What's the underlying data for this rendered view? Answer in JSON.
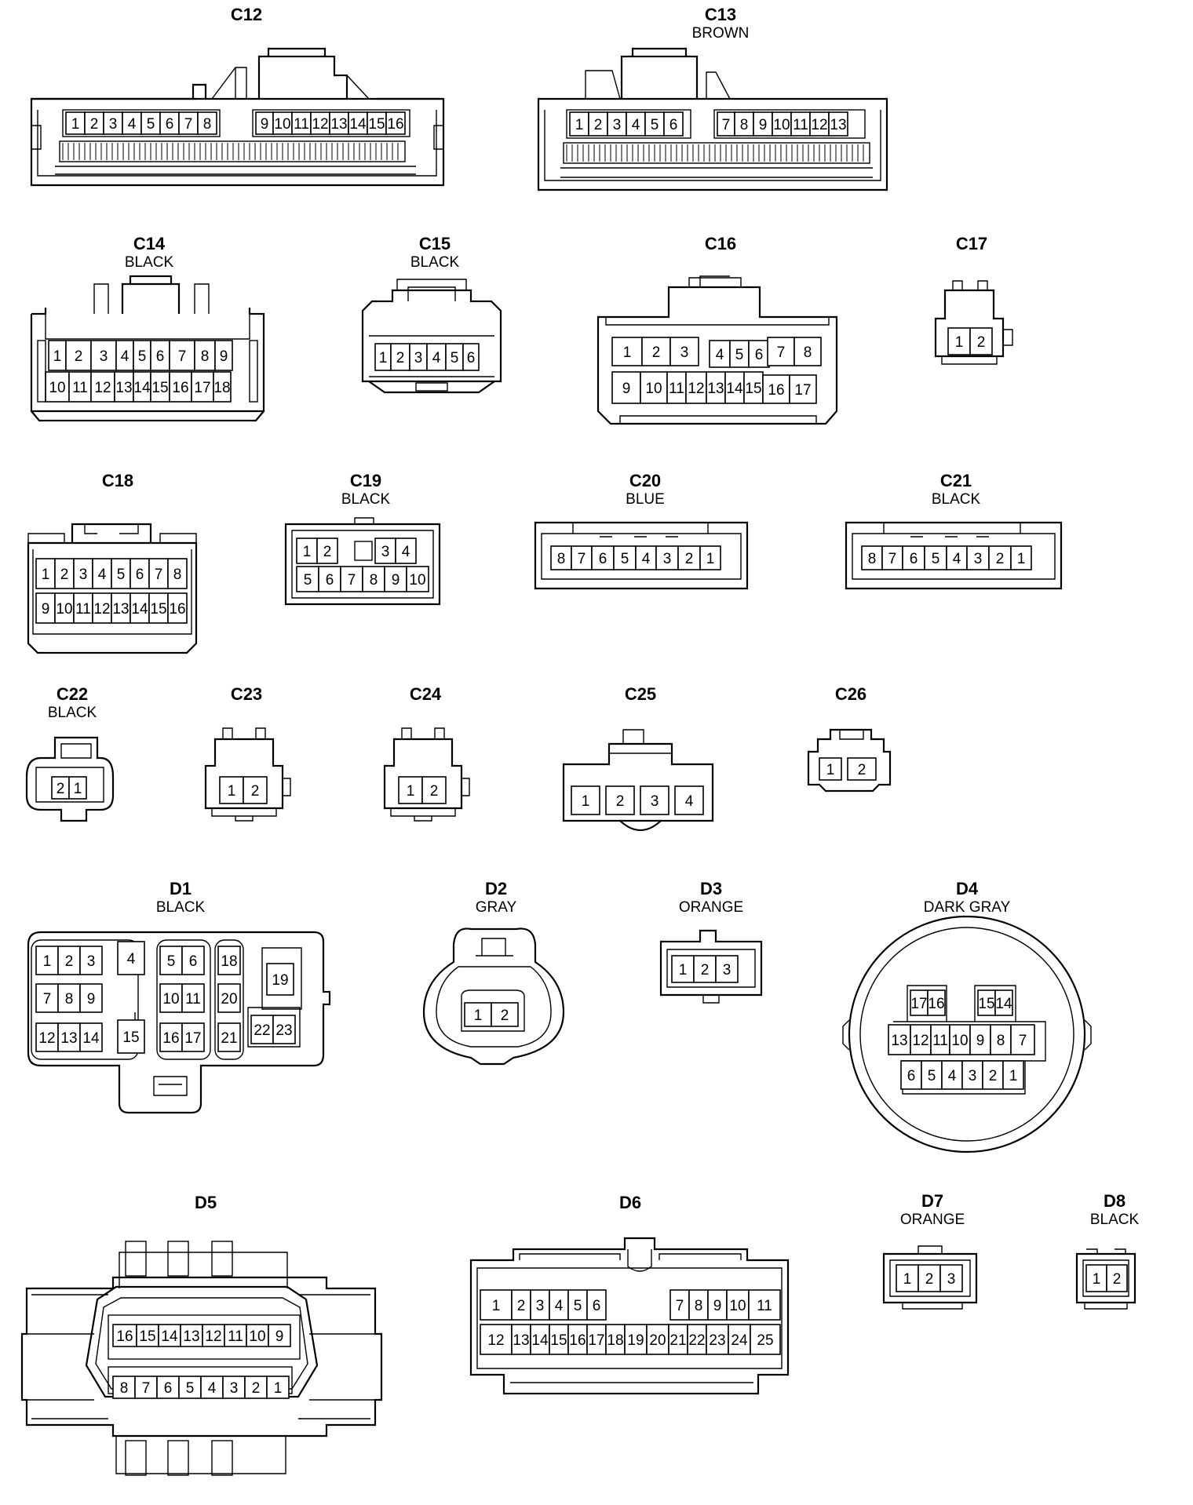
{
  "connectors": [
    {
      "id": "C12",
      "color": "",
      "rows": [
        [
          "1",
          "2",
          "3",
          "4",
          "5",
          "6",
          "7",
          "8"
        ],
        [
          "9",
          "10",
          "11",
          "12",
          "13",
          "14",
          "15",
          "16"
        ]
      ]
    },
    {
      "id": "C13",
      "color": "BROWN",
      "rows": [
        [
          "1",
          "2",
          "3",
          "4",
          "5",
          "6"
        ],
        [
          "7",
          "8",
          "9",
          "10",
          "11",
          "12",
          "13"
        ]
      ]
    },
    {
      "id": "C14",
      "color": "BLACK",
      "rows": [
        [
          "1",
          "2",
          "3",
          "4",
          "5",
          "6",
          "7",
          "8",
          "9"
        ],
        [
          "10",
          "11",
          "12",
          "13",
          "14",
          "15",
          "16",
          "17",
          "18"
        ]
      ]
    },
    {
      "id": "C15",
      "color": "BLACK",
      "rows": [
        [
          "1",
          "2",
          "3",
          "4",
          "5",
          "6"
        ]
      ]
    },
    {
      "id": "C16",
      "color": "",
      "rows": [
        [
          "1",
          "2",
          "3",
          "4",
          "5",
          "6",
          "7",
          "8"
        ],
        [
          "9",
          "10",
          "11",
          "12",
          "13",
          "14",
          "15",
          "16",
          "17"
        ]
      ]
    },
    {
      "id": "C17",
      "color": "",
      "rows": [
        [
          "1",
          "2"
        ]
      ]
    },
    {
      "id": "C18",
      "color": "",
      "rows": [
        [
          "1",
          "2",
          "3",
          "4",
          "5",
          "6",
          "7",
          "8"
        ],
        [
          "9",
          "10",
          "11",
          "12",
          "13",
          "14",
          "15",
          "16"
        ]
      ]
    },
    {
      "id": "C19",
      "color": "BLACK",
      "rows": [
        [
          "1",
          "2",
          "3",
          "4"
        ],
        [
          "5",
          "6",
          "7",
          "8",
          "9",
          "10"
        ]
      ]
    },
    {
      "id": "C20",
      "color": "BLUE",
      "rows": [
        [
          "8",
          "7",
          "6",
          "5",
          "4",
          "3",
          "2",
          "1"
        ]
      ]
    },
    {
      "id": "C21",
      "color": "BLACK",
      "rows": [
        [
          "8",
          "7",
          "6",
          "5",
          "4",
          "3",
          "2",
          "1"
        ]
      ]
    },
    {
      "id": "C22",
      "color": "BLACK",
      "rows": [
        [
          "2",
          "1"
        ]
      ]
    },
    {
      "id": "C23",
      "color": "",
      "rows": [
        [
          "1",
          "2"
        ]
      ]
    },
    {
      "id": "C24",
      "color": "",
      "rows": [
        [
          "1",
          "2"
        ]
      ]
    },
    {
      "id": "C25",
      "color": "",
      "rows": [
        [
          "1",
          "2",
          "3",
          "4"
        ]
      ]
    },
    {
      "id": "C26",
      "color": "",
      "rows": [
        [
          "1",
          "2"
        ]
      ]
    },
    {
      "id": "D1",
      "color": "BLACK",
      "rows": [
        [
          "1",
          "2",
          "3",
          "4",
          "5",
          "6",
          "18"
        ],
        [
          "7",
          "8",
          "9",
          "10",
          "11",
          "20",
          "19"
        ],
        [
          "12",
          "13",
          "14",
          "15",
          "16",
          "17",
          "21",
          "22",
          "23"
        ]
      ]
    },
    {
      "id": "D2",
      "color": "GRAY",
      "rows": [
        [
          "1",
          "2"
        ]
      ]
    },
    {
      "id": "D3",
      "color": "ORANGE",
      "rows": [
        [
          "1",
          "2",
          "3"
        ]
      ]
    },
    {
      "id": "D4",
      "color": "DARK GRAY",
      "rows": [
        [
          "17",
          "16",
          "15",
          "14"
        ],
        [
          "13",
          "12",
          "11",
          "10",
          "9",
          "8",
          "7"
        ],
        [
          "6",
          "5",
          "4",
          "3",
          "2",
          "1"
        ]
      ]
    },
    {
      "id": "D5",
      "color": "",
      "rows": [
        [
          "16",
          "15",
          "14",
          "13",
          "12",
          "11",
          "10",
          "9"
        ],
        [
          "8",
          "7",
          "6",
          "5",
          "4",
          "3",
          "2",
          "1"
        ]
      ]
    },
    {
      "id": "D6",
      "color": "",
      "rows": [
        [
          "1",
          "2",
          "3",
          "4",
          "5",
          "6",
          "7",
          "8",
          "9",
          "10",
          "11"
        ],
        [
          "12",
          "13",
          "14",
          "15",
          "16",
          "17",
          "18",
          "19",
          "20",
          "21",
          "22",
          "23",
          "24",
          "25"
        ]
      ]
    },
    {
      "id": "D7",
      "color": "ORANGE",
      "rows": [
        [
          "1",
          "2",
          "3"
        ]
      ]
    },
    {
      "id": "D8",
      "color": "BLACK",
      "rows": [
        [
          "1",
          "2"
        ]
      ]
    }
  ]
}
